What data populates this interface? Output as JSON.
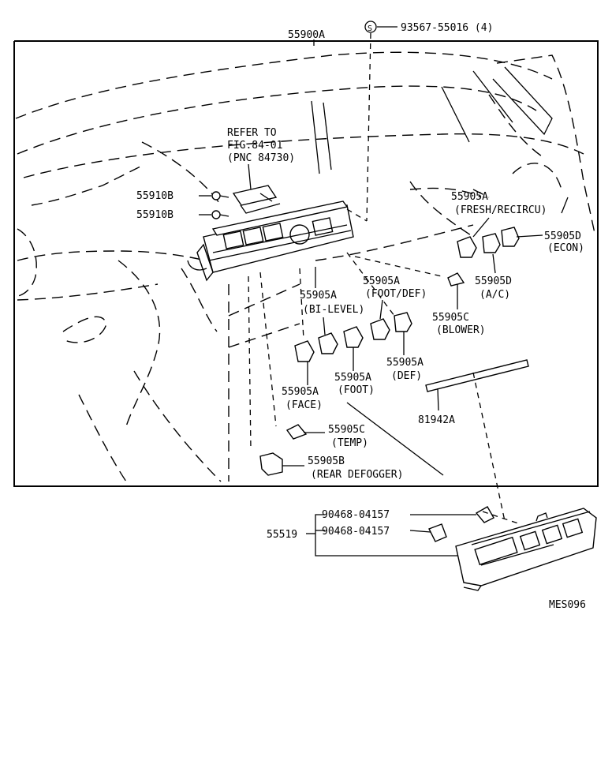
{
  "diagram": {
    "main_assembly": "55900A",
    "screw_symbol": "S",
    "screw": "93567-55016 (4)",
    "refer": [
      "REFER TO",
      "FIG.84-01",
      "(PNC 84730)"
    ],
    "bolt_upper": "55910B",
    "bolt_lower": "55910B",
    "fresh_recirc": [
      "55905A",
      "(FRESH/RECIRCU)"
    ],
    "econ": [
      "55905D",
      "(ECON)"
    ],
    "ac": [
      "55905D",
      "(A/C)"
    ],
    "blower": [
      "55905C",
      "(BLOWER)"
    ],
    "foot_def": [
      "55905A",
      "(FOOT/DEF)"
    ],
    "bi_level": [
      "55905A",
      "(BI-LEVEL)"
    ],
    "def": [
      "55905A",
      "(DEF)"
    ],
    "foot": [
      "55905A",
      "(FOOT)"
    ],
    "face": [
      "55905A",
      "(FACE)"
    ],
    "strip": "81942A",
    "temp": [
      "55905C",
      "(TEMP)"
    ],
    "rear_defogger": [
      "55905B",
      "(REAR DEFOGGER)"
    ],
    "clip_upper": "90468-04157",
    "clip_lower": "90468-04157",
    "bezel": "55519",
    "drawing_code": "MES096"
  }
}
